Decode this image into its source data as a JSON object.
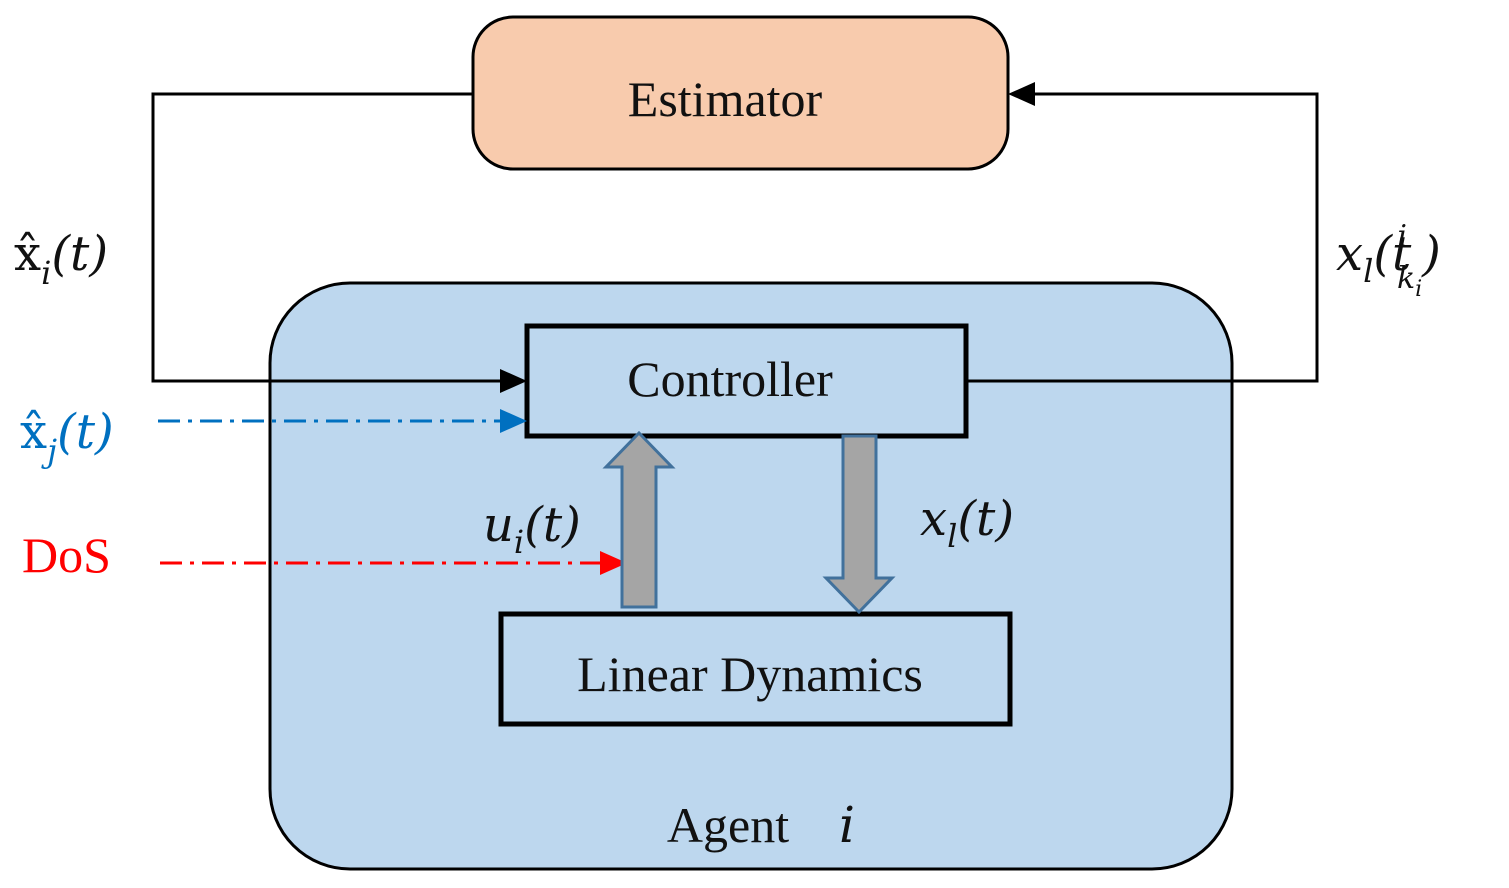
{
  "blocks": {
    "estimator": "Estimator",
    "controller": "Controller",
    "linear_dynamics": "Linear Dynamics",
    "agent": "Agent",
    "agent_index": "i"
  },
  "signals": {
    "xhat_i": {
      "base": "x̂",
      "sub": "i",
      "arg": "(t)"
    },
    "xhat_j": {
      "base": "x̂",
      "sub": "j",
      "arg": "(t)"
    },
    "x_l_tk": {
      "base": "x",
      "sub": "l",
      "open": "(t",
      "sup": "i",
      "subsub_k": "k",
      "subsub_i": "i",
      "close": ")"
    },
    "u_i": {
      "base": "u",
      "sub": "i",
      "arg": "(t)"
    },
    "x_l": {
      "base": "x",
      "sub": "l",
      "arg": "(t)"
    },
    "dos": "DoS"
  },
  "colors": {
    "estimator_fill": "#f8cbad",
    "agent_fill": "#bdd7ee",
    "controller_fill": "#bdd7ee",
    "dynamics_fill": "#bdd7ee",
    "thick_arrow_fill": "#a5a5a5",
    "thick_arrow_stroke": "#41719c",
    "xhat_j_color": "#0070c0",
    "dos_color": "#ff0000",
    "line_color": "#000000"
  }
}
